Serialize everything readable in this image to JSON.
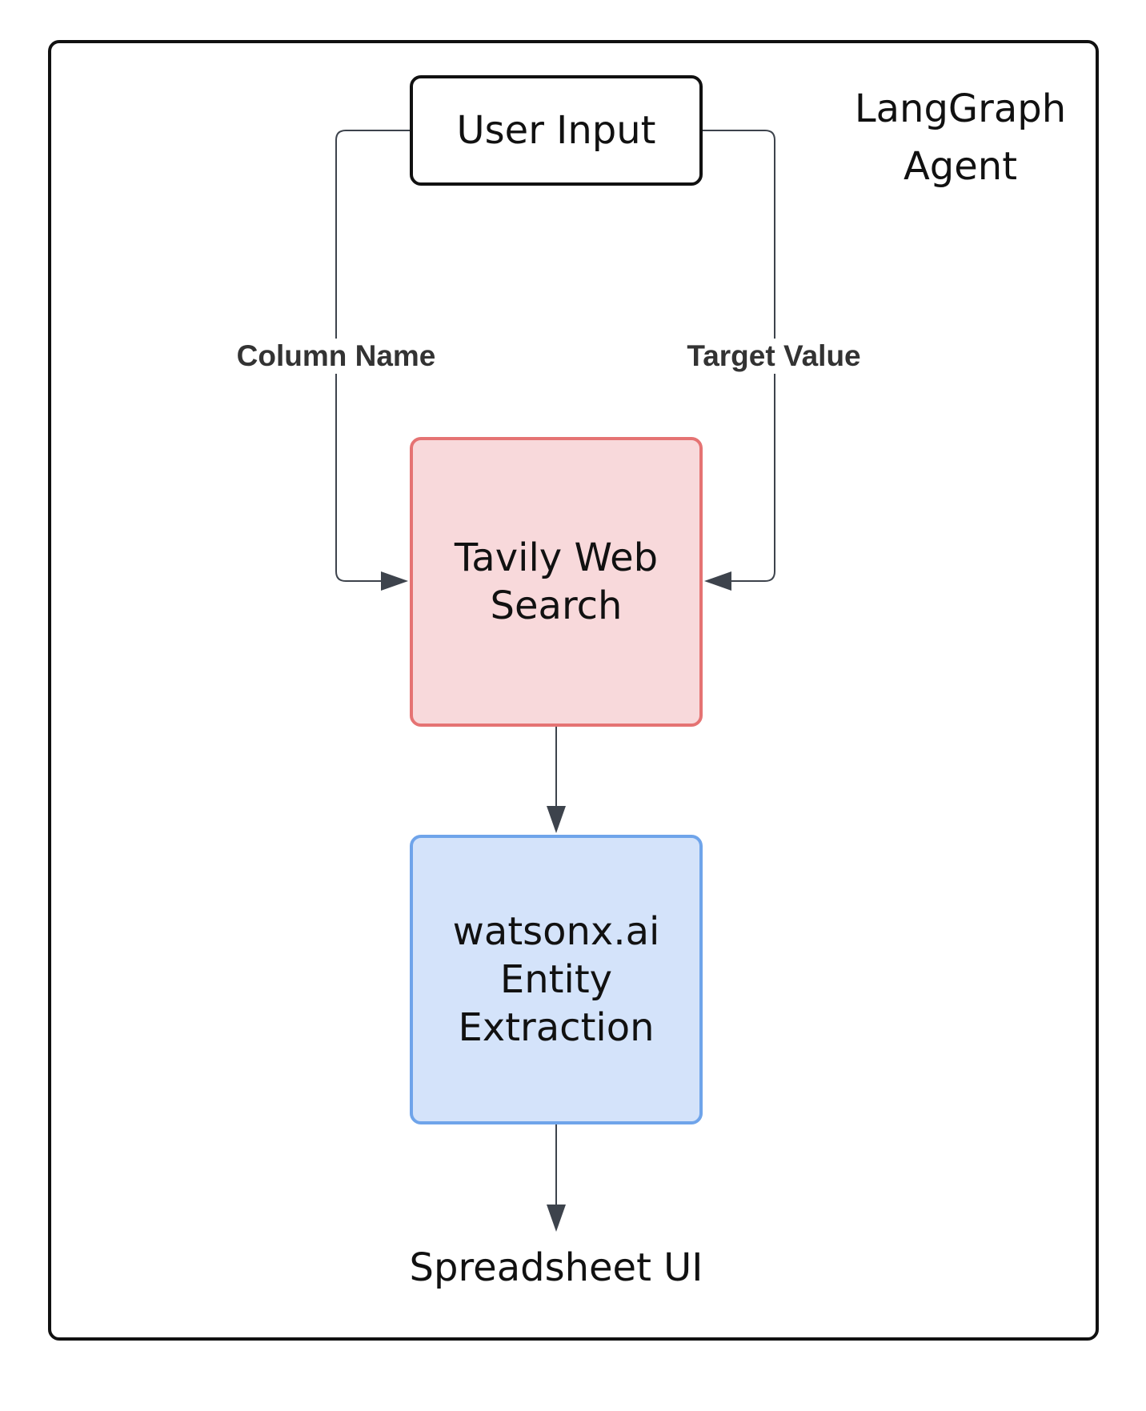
{
  "diagram": {
    "container_label": "LangGraph\nAgent",
    "nodes": {
      "user_input": "User Input",
      "web_search": "Tavily Web\nSearch",
      "entity_extraction": "watsonx.ai\nEntity\nExtraction",
      "output": "Spreadsheet UI"
    },
    "edges": {
      "left_label": "Column Name",
      "right_label": "Target Value"
    },
    "colors": {
      "border": "#111111",
      "connector": "#3d434c",
      "search_fill": "#f8d9db",
      "search_border": "#e57373",
      "extract_fill": "#d4e3fa",
      "extract_border": "#6fa4ea"
    }
  }
}
